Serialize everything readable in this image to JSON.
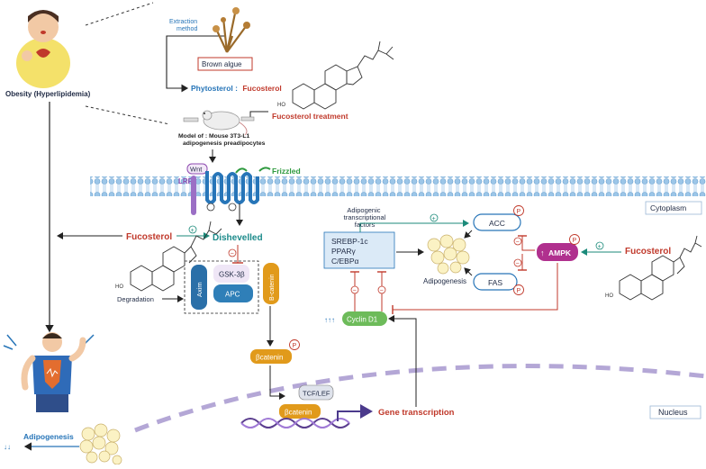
{
  "colors": {
    "accent_red": "#c0392b",
    "ampk_purple": "#b0308e",
    "green": "#2f9a3f",
    "blue": "#2775b8",
    "orange": "#e19a1b",
    "teal": "#1b8a8a",
    "membrane_blue": "#9cc6e8"
  },
  "labels": {
    "obesity": "Obesity (Hyperlipidemia)",
    "extraction_method": "Extraction method",
    "brown_algue": "Brown algue",
    "phytosterol_prefix": "Phytosterol :",
    "phytosterol_name": "Fucosterol",
    "fucosterol_treatment": "Fucosterol treatment",
    "model": "Model of : Mouse 3T3-L1 adipogenesis preadipocytes",
    "wnt": "Wnt",
    "lrp": "LRP",
    "frizzled": "Frizzled",
    "cytoplasm": "Cytoplasm",
    "fucosterol_left": "Fucosterol",
    "dishevelled": "Dishevelled",
    "degradation": "Degradation",
    "axim": "Axim",
    "gsk": "GSK-3β",
    "apc": "APC",
    "beta_catenin_vertical": "B-catenin",
    "beta_catenin": "βcatenin",
    "beta_catenin_nucleus": "βcatenin",
    "tcf_lef": "TCF/LEF",
    "gene_transcription": "Gene transcription",
    "nucleus": "Nucleus",
    "adipogenesis_left": "Adipogenesis",
    "down_arrows": "↓↓",
    "adipogenic_factors": "Adipogenic transcriptional factors",
    "srebp": "SREBP-1c",
    "ppar": "PPARγ",
    "cebp": "C/EBPα",
    "acc": "ACC",
    "fas": "FAS",
    "ampk": "AMPK",
    "fucosterol_right": "Fucosterol",
    "adipogenesis_right": "Adipogenesis",
    "cyclin": "Cyclin D1",
    "up_arrows": "↑↑↑",
    "plus": "+",
    "minus": "−",
    "p": "P",
    "ho": "HO"
  }
}
